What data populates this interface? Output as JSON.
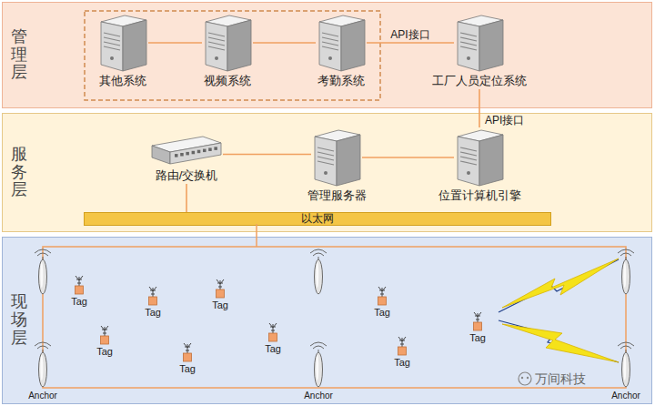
{
  "diagram": {
    "nodes": [
      {
        "text": [
          "管理层"
        ]
      },
      {
        "text": [
          "其他系统"
        ],
        "in": 0
      },
      {
        "text": [
          "视频系统"
        ],
        "in": 0
      },
      {
        "text": [
          "考勤系统"
        ],
        "in": 0
      },
      {
        "text": [
          "工厂人员定位系统"
        ],
        "in": 0
      },
      {
        "text": [
          "服务层"
        ]
      },
      {
        "text": [
          "路由/交换机"
        ],
        "in": 5
      },
      {
        "text": [
          "管理服务器"
        ],
        "in": 5
      },
      {
        "text": [
          "位置计算机引擎"
        ],
        "in": 5
      },
      {
        "text": [
          "以太网"
        ],
        "in": 5
      },
      {
        "text": [
          "现场层"
        ]
      }
    ],
    "edges": [
      {
        "from": 1,
        "to": 2,
        "arrow": "none"
      },
      {
        "from": 2,
        "to": 3,
        "arrow": "none"
      },
      {
        "from": 3,
        "to": 4,
        "label": "API接口",
        "arrow": "none"
      },
      {
        "from": 4,
        "to": 8,
        "label": "API接口",
        "arrow": "none"
      },
      {
        "from": 6,
        "to": 7,
        "arrow": "none"
      },
      {
        "from": 7,
        "to": 8,
        "arrow": "none"
      },
      {
        "from": 6,
        "to": 9,
        "arrow": "none"
      }
    ],
    "labels": [
      "Tag",
      "Tag",
      "Tag",
      "Tag",
      "Tag",
      "Tag",
      "Tag",
      "Tag",
      "Tag",
      "Anchor",
      "Anchor",
      "Anchor",
      "万间科技"
    ]
  }
}
